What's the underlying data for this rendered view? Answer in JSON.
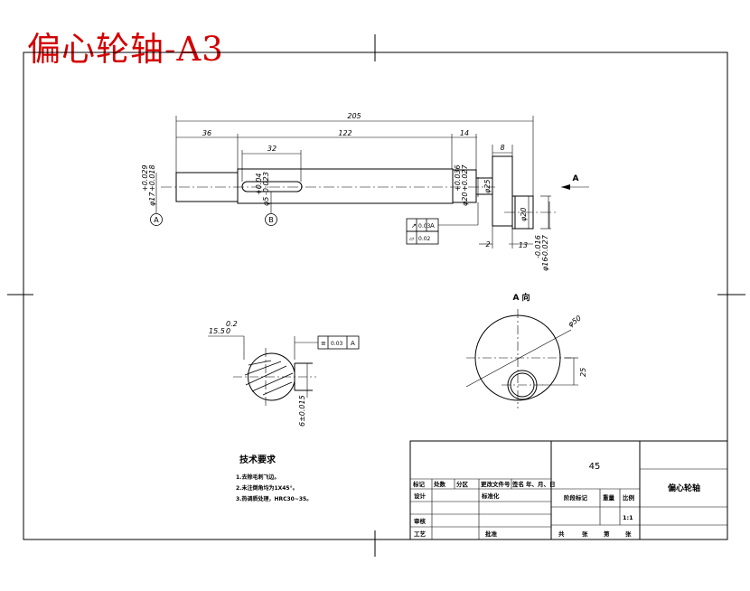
{
  "title": "偏心轮轴-A3",
  "dimensions": {
    "total_length": "205",
    "len_36": "36",
    "len_122": "122",
    "len_14": "14",
    "keyway_32": "32",
    "wheel_8": "8",
    "dia_17_main": "φ17",
    "dia_17_tol_upper": "+0.029",
    "dia_17_tol_lower": "+0.018",
    "keyway_dia": "φ5",
    "keyway_tol_upper": "+0.04",
    "keyway_tol_lower": "-0.023",
    "dia_20_main": "φ20",
    "dia_20_tol_upper": "+0.036",
    "dia_20_tol_lower": "+0.027",
    "dia_25": "φ25",
    "dia_20_small": "φ20",
    "step_2": "2",
    "step_13": "13",
    "dia_16_main": "φ16",
    "dia_16_tol_upper": "-0.016",
    "dia_16_tol_lower": "-0.027",
    "key_angle_main": "15.5",
    "key_angle_upper": "0.2",
    "key_angle_lower": "0",
    "key_tol": "6±0.015",
    "dia_50": "φ50",
    "offset_25": "25"
  },
  "datums": {
    "a": "A",
    "b": "B"
  },
  "tolerance_frames": {
    "runout": {
      "symbol": "↗",
      "value": "0.03",
      "datum": "A"
    },
    "flatness": {
      "symbol": "▱",
      "value": "0.02"
    },
    "symmetry": {
      "symbol": "≡",
      "value": "0.03",
      "datum": "A"
    }
  },
  "view_arrow_label": "A",
  "view_label": "A 向",
  "tech_requirements": {
    "heading": "技术要求",
    "items": [
      "1.去除毛刺飞边。",
      "2.未注倒角均为1X45°。",
      "3.热调质处理，HRC30~35。"
    ]
  },
  "title_block": {
    "material": "45",
    "part_name": "偏心轮轴",
    "scale": "1:1",
    "header_cols": [
      "标记",
      "处数",
      "分区",
      "更改文件号",
      "签名",
      "年、月、日"
    ],
    "design": "设计",
    "standardize": "标准化",
    "check": "审核",
    "process": "工艺",
    "approve": "批准",
    "stage_mark": "阶段标记",
    "weight": "重量",
    "ratio": "比例",
    "sheets": [
      "共",
      "张",
      "第",
      "张"
    ]
  }
}
